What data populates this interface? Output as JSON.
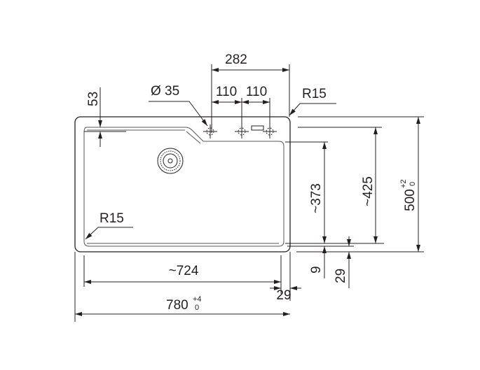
{
  "dimensions": {
    "tap_span": "282",
    "tap_spacing_1": "110",
    "tap_spacing_2": "110",
    "tap_hole": "Ø 35",
    "corner_radius_top": "R15",
    "corner_radius_bowl": "R15",
    "front_ledge": "53",
    "bowl_depth": "~373",
    "inner_depth": "~425",
    "overall_depth": "500",
    "overall_depth_tol_upper": "+2",
    "overall_depth_tol_lower": "0",
    "rear_offset_9": "9",
    "rear_offset_29": "29",
    "bowl_width": "~724",
    "side_offset": "29",
    "overall_width": "780",
    "overall_width_tol_upper": "+4",
    "overall_width_tol_lower": "0"
  },
  "colors": {
    "line": "#231f20"
  }
}
